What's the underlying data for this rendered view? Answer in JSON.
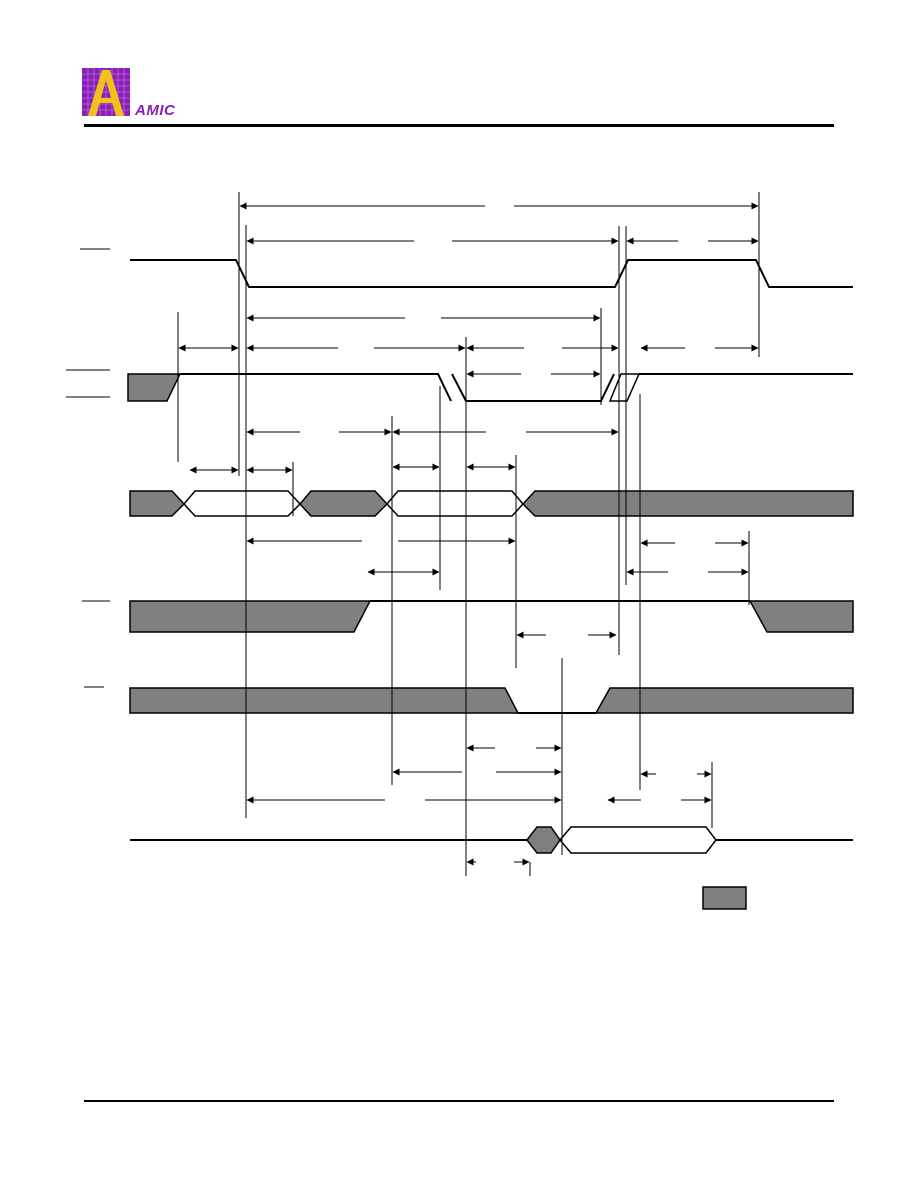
{
  "header": {
    "logo_text": "AMIC",
    "colors": {
      "logo_purple": "#8a1fb8",
      "logo_yellow": "#f2c11a",
      "logo_grid": "#c58ae0"
    }
  },
  "diagram": {
    "colors": {
      "hatch_fill": "#808080",
      "line": "#000000",
      "background": "#ffffff"
    },
    "signals": [
      {
        "name": "signal-1",
        "label": ""
      },
      {
        "name": "signal-2",
        "label": ""
      },
      {
        "name": "signal-3",
        "label": ""
      },
      {
        "name": "signal-4",
        "label": ""
      },
      {
        "name": "signal-5",
        "label": ""
      },
      {
        "name": "signal-6",
        "label": ""
      }
    ],
    "legend": {
      "swatch": "gray-fill",
      "label": ""
    }
  }
}
